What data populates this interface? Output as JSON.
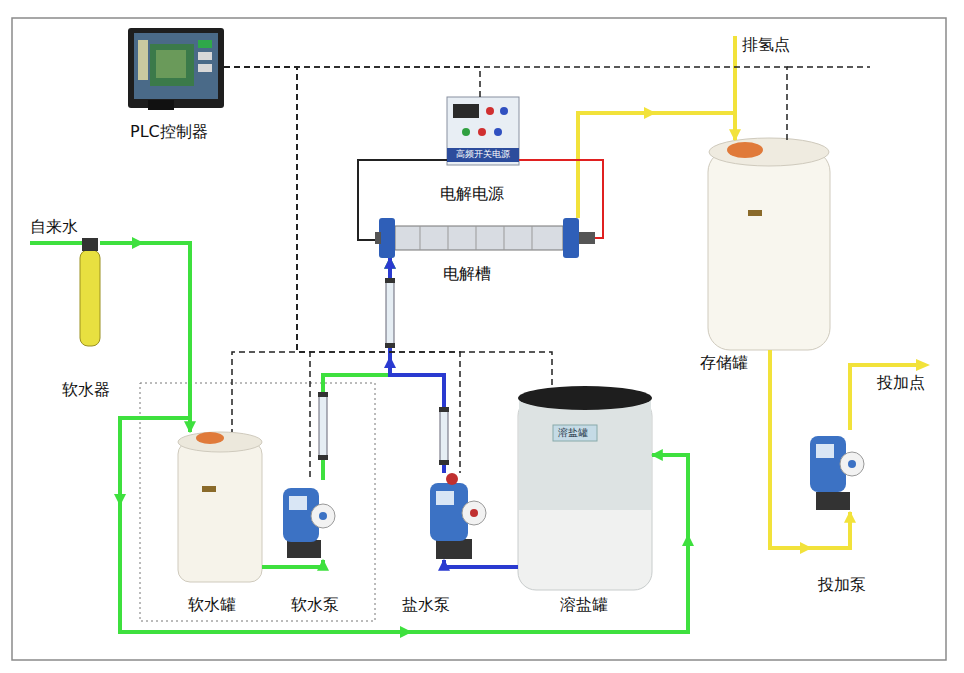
{
  "diagram": {
    "nodes": [
      {
        "text": [
          "PLC控制器"
        ]
      },
      {
        "text": [
          "电解电源",
          "高频开关电源"
        ]
      },
      {
        "text": [
          "电解槽"
        ]
      },
      {
        "text": [
          "软水器"
        ]
      },
      {
        "text": [
          "软水罐"
        ]
      },
      {
        "text": [
          "软水泵"
        ]
      },
      {
        "text": [
          "盐水泵"
        ]
      },
      {
        "text": [
          "溶盐罐",
          "溶盐罐"
        ]
      },
      {
        "text": [
          "存储罐"
        ]
      },
      {
        "text": [
          "投加泵"
        ]
      }
    ],
    "edges": [
      {
        "from": 3,
        "to": 4,
        "arrow": "to"
      },
      {
        "from": 3,
        "to": 7,
        "arrow": "to"
      },
      {
        "from": 4,
        "to": 5,
        "arrow": "to"
      },
      {
        "from": 5,
        "to": 2,
        "arrow": "to"
      },
      {
        "from": 7,
        "to": 6,
        "arrow": "to"
      },
      {
        "from": 6,
        "to": 2,
        "arrow": "to"
      },
      {
        "from": 2,
        "to": 8,
        "arrow": "to"
      },
      {
        "from": 8,
        "to": 9,
        "arrow": "to"
      },
      {
        "from": 1,
        "to": 2,
        "arrow": "none"
      },
      {
        "from": 1,
        "to": 2,
        "arrow": "none"
      },
      {
        "from": 0,
        "to": 1,
        "arrow": "none"
      },
      {
        "from": 0,
        "to": 8,
        "arrow": "none"
      },
      {
        "from": 0,
        "to": 4,
        "arrow": "none"
      },
      {
        "from": 0,
        "to": 5,
        "arrow": "none"
      },
      {
        "from": 0,
        "to": 6,
        "arrow": "none"
      },
      {
        "from": 0,
        "to": 7,
        "arrow": "none"
      }
    ],
    "labels": [
      "自来水",
      "排氢点",
      "投加点"
    ]
  }
}
